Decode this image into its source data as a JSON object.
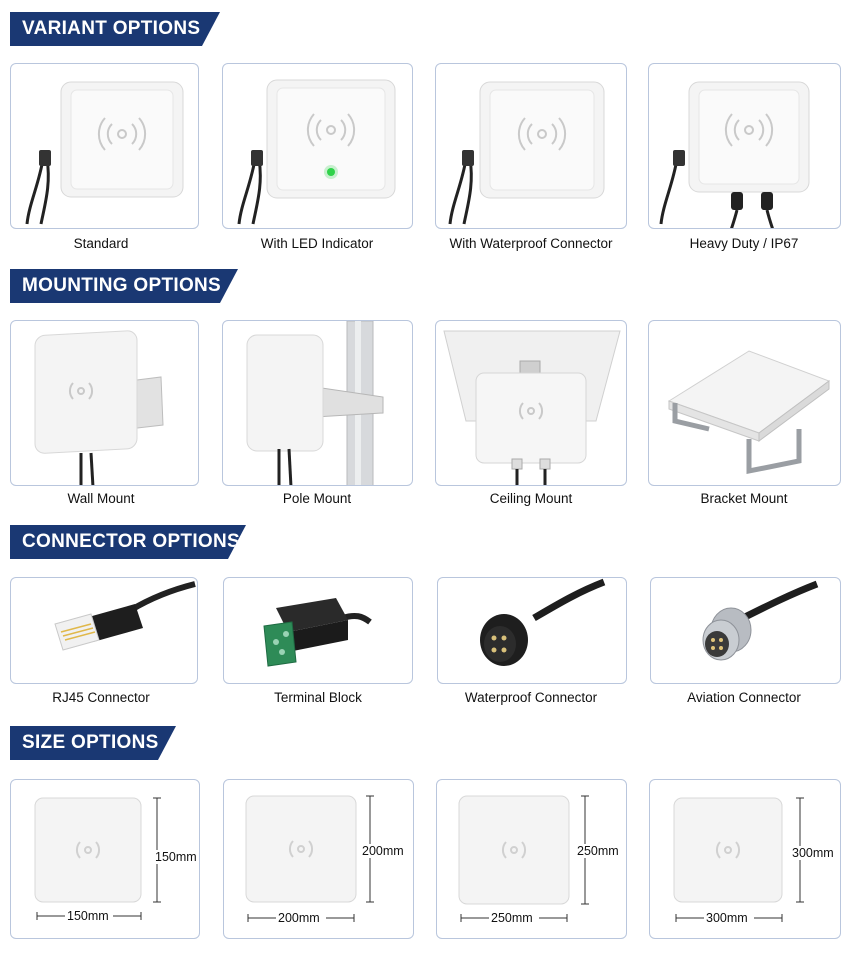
{
  "sections": [
    {
      "title": "VARIANT OPTIONS",
      "items": [
        {
          "label": "Standard"
        },
        {
          "label": "With LED Indicator"
        },
        {
          "label": "With Waterproof Connector"
        },
        {
          "label": "Heavy Duty / IP67"
        }
      ]
    },
    {
      "title": "MOUNTING OPTIONS",
      "items": [
        {
          "label": "Wall Mount"
        },
        {
          "label": "Pole Mount"
        },
        {
          "label": "Ceiling Mount"
        },
        {
          "label": "Bracket Mount"
        }
      ]
    },
    {
      "title": "CONNECTOR OPTIONS",
      "items": [
        {
          "label": "RJ45 Connector"
        },
        {
          "label": "Terminal Block"
        },
        {
          "label": "Waterproof Connector"
        },
        {
          "label": "Aviation Connector"
        }
      ]
    },
    {
      "title": "SIZE OPTIONS",
      "items": [
        {
          "label": "150mm",
          "width_label": "150mm",
          "height_label": "150mm"
        },
        {
          "label": "200mm",
          "width_label": "200mm",
          "height_label": "200mm"
        },
        {
          "label": "250mm",
          "width_label": "250mm",
          "height_label": "250mm"
        },
        {
          "label": "300mm",
          "width_label": "300mm",
          "height_label": "300mm"
        }
      ]
    }
  ],
  "colors": {
    "banner": "#1a3873",
    "card_border": "#b9c6dd",
    "led": "#2fd24a",
    "terminal": "#2e8b57"
  }
}
